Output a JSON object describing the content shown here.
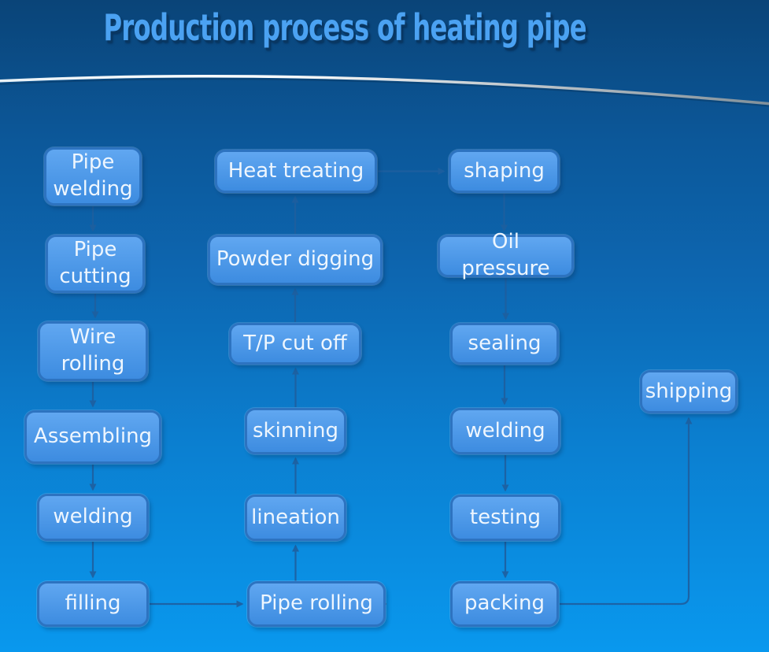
{
  "title": "Production process of heating pipe",
  "nodes": [
    {
      "id": "pipe-welding",
      "label": "Pipe welding"
    },
    {
      "id": "pipe-cutting",
      "label": "Pipe cutting"
    },
    {
      "id": "wire-rolling",
      "label": "Wire rolling"
    },
    {
      "id": "assembling",
      "label": "Assembling"
    },
    {
      "id": "welding-1",
      "label": "welding"
    },
    {
      "id": "filling",
      "label": "filling"
    },
    {
      "id": "heat-treating",
      "label": "Heat treating"
    },
    {
      "id": "powder-digging",
      "label": "Powder digging"
    },
    {
      "id": "tp-cut-off",
      "label": "T/P cut off"
    },
    {
      "id": "skinning",
      "label": "skinning"
    },
    {
      "id": "lineation",
      "label": "lineation"
    },
    {
      "id": "pipe-rolling",
      "label": "Pipe rolling"
    },
    {
      "id": "shaping",
      "label": "shaping"
    },
    {
      "id": "oil-pressure",
      "label": "Oil pressure"
    },
    {
      "id": "sealing",
      "label": "sealing"
    },
    {
      "id": "welding-2",
      "label": "welding"
    },
    {
      "id": "testing",
      "label": "testing"
    },
    {
      "id": "packing",
      "label": "packing"
    },
    {
      "id": "shipping",
      "label": "shipping"
    }
  ],
  "edges": [
    {
      "from": "pipe-welding",
      "to": "pipe-cutting"
    },
    {
      "from": "pipe-cutting",
      "to": "wire-rolling"
    },
    {
      "from": "wire-rolling",
      "to": "assembling"
    },
    {
      "from": "assembling",
      "to": "welding-1"
    },
    {
      "from": "welding-1",
      "to": "filling"
    },
    {
      "from": "filling",
      "to": "pipe-rolling"
    },
    {
      "from": "pipe-rolling",
      "to": "lineation"
    },
    {
      "from": "lineation",
      "to": "skinning"
    },
    {
      "from": "skinning",
      "to": "tp-cut-off"
    },
    {
      "from": "tp-cut-off",
      "to": "powder-digging"
    },
    {
      "from": "powder-digging",
      "to": "heat-treating"
    },
    {
      "from": "heat-treating",
      "to": "shaping"
    },
    {
      "from": "shaping",
      "to": "oil-pressure"
    },
    {
      "from": "oil-pressure",
      "to": "sealing"
    },
    {
      "from": "sealing",
      "to": "welding-2"
    },
    {
      "from": "welding-2",
      "to": "testing"
    },
    {
      "from": "testing",
      "to": "packing"
    },
    {
      "from": "packing",
      "to": "shipping"
    }
  ],
  "colors": {
    "background_top": "#0a4478",
    "background_bottom": "#0998ee",
    "box_fill": "#4296ee",
    "box_border": "#2d73c0",
    "box_text": "#eef6fe",
    "arrow": "#1e5f9f",
    "title_text": "#4ba2f2",
    "title_shadow": "#093762",
    "curve_left": "#ffffff",
    "curve_right": "#808f99"
  }
}
